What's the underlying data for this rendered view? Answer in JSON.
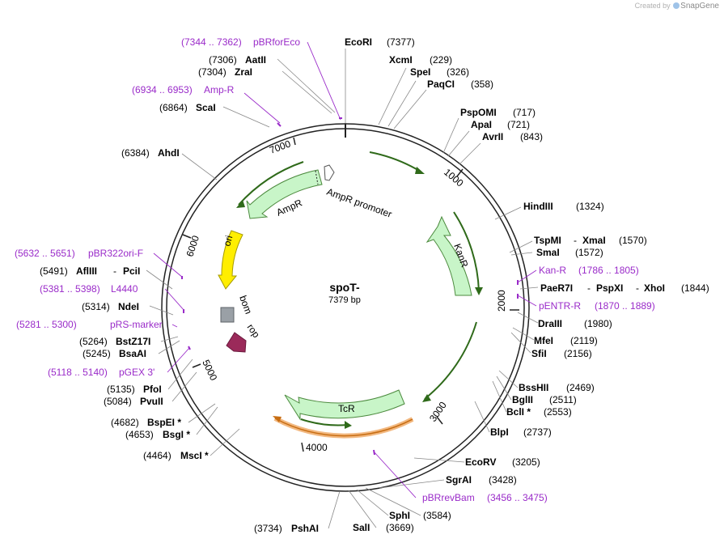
{
  "branding": {
    "created_by": "Created by",
    "product": "SnapGene"
  },
  "plasmid": {
    "name": "spoT-",
    "length": "7379 bp"
  },
  "colors": {
    "primer": "#9a2bc9",
    "enzyme": "#000000",
    "backbone": "#222222",
    "feature_fill": "#c8f5c8",
    "feature_stroke": "#4c8a3e",
    "ori": "#ffee00",
    "bom": "#9aa0a6",
    "rop": "#9b2a5a",
    "orf": "#f2a33a"
  },
  "ticks": [
    "1000",
    "2000",
    "3000",
    "4000",
    "5000",
    "6000",
    "7000"
  ],
  "features": [
    {
      "label": "AmpR promoter",
      "icon": "promoter-arrow"
    },
    {
      "label": "AmpR",
      "icon": "cds-arrow"
    },
    {
      "label": "KanR",
      "icon": "cds-arrow"
    },
    {
      "label": "TcR",
      "icon": "cds-arrow"
    },
    {
      "label": "ori",
      "icon": "origin-arrow"
    },
    {
      "label": "bom",
      "icon": "bom-box"
    },
    {
      "label": "rop",
      "icon": "rop-arrow"
    }
  ],
  "labels": [
    {
      "name": "EcoRI",
      "pos": "(7377)",
      "kind": "enzyme"
    },
    {
      "name": "XcmI",
      "pos": "(229)",
      "kind": "enzyme"
    },
    {
      "name": "SpeI",
      "pos": "(326)",
      "kind": "enzyme"
    },
    {
      "name": "PaqCI",
      "pos": "(358)",
      "kind": "enzyme"
    },
    {
      "name": "PspOMI",
      "pos": "(717)",
      "kind": "enzyme"
    },
    {
      "name": "ApaI",
      "pos": "(721)",
      "kind": "enzyme"
    },
    {
      "name": "AvrII",
      "pos": "(843)",
      "kind": "enzyme"
    },
    {
      "name": "HindIII",
      "pos": "(1324)",
      "kind": "enzyme"
    },
    {
      "name": "TspMI",
      "sep1": "-",
      "name2": "XmaI",
      "pos": "(1570)",
      "kind": "enzyme"
    },
    {
      "name": "SmaI",
      "pos": "(1572)",
      "kind": "enzyme"
    },
    {
      "name": "Kan-R",
      "pos": "(1786 .. 1805)",
      "kind": "primer"
    },
    {
      "name": "PaeR7I",
      "sep1": "-",
      "name2": "PspXI",
      "sep2": "-",
      "name3": "XhoI",
      "pos": "(1844)",
      "kind": "enzyme"
    },
    {
      "name": "pENTR-R",
      "pos": "(1870 .. 1889)",
      "kind": "primer"
    },
    {
      "name": "DraIII",
      "pos": "(1980)",
      "kind": "enzyme"
    },
    {
      "name": "MfeI",
      "pos": "(2119)",
      "kind": "enzyme"
    },
    {
      "name": "SfiI",
      "pos": "(2156)",
      "kind": "enzyme"
    },
    {
      "name": "BssHII",
      "pos": "(2469)",
      "kind": "enzyme"
    },
    {
      "name": "BglII",
      "pos": "(2511)",
      "kind": "enzyme"
    },
    {
      "name": "BclI *",
      "pos": "(2553)",
      "kind": "enzyme"
    },
    {
      "name": "BlpI",
      "pos": "(2737)",
      "kind": "enzyme"
    },
    {
      "name": "EcoRV",
      "pos": "(3205)",
      "kind": "enzyme"
    },
    {
      "name": "SgrAI",
      "pos": "(3428)",
      "kind": "enzyme"
    },
    {
      "name": "pBRrevBam",
      "pos": "(3456 .. 3475)",
      "kind": "primer"
    },
    {
      "name": "SphI",
      "pos": "(3584)",
      "kind": "enzyme"
    },
    {
      "name": "SalI",
      "pos": "(3669)",
      "kind": "enzyme"
    },
    {
      "name": "PshAI",
      "pos": "(3734)",
      "kind": "enzyme"
    },
    {
      "name": "MscI *",
      "pos": "(4464)",
      "kind": "enzyme"
    },
    {
      "name": "BsgI *",
      "pos": "(4653)",
      "kind": "enzyme"
    },
    {
      "name": "BspEI *",
      "pos": "(4682)",
      "kind": "enzyme"
    },
    {
      "name": "PvuII",
      "pos": "(5084)",
      "kind": "enzyme"
    },
    {
      "name": "PfoI",
      "pos": "(5135)",
      "kind": "enzyme"
    },
    {
      "name": "pGEX 3'",
      "pos": "(5118 .. 5140)",
      "kind": "primer"
    },
    {
      "name": "BsaAI",
      "pos": "(5245)",
      "kind": "enzyme"
    },
    {
      "name": "BstZ17I",
      "pos": "(5264)",
      "kind": "enzyme"
    },
    {
      "name": "pRS-marker",
      "pos": "(5281 .. 5300)",
      "kind": "primer"
    },
    {
      "name": "NdeI",
      "pos": "(5314)",
      "kind": "enzyme"
    },
    {
      "name": "L4440",
      "pos": "(5381 .. 5398)",
      "kind": "primer"
    },
    {
      "name": "AflIII",
      "sep1": "-",
      "name2": "PciI",
      "pos": "(5491)",
      "kind": "enzyme"
    },
    {
      "name": "pBR322ori-F",
      "pos": "(5632 .. 5651)",
      "kind": "primer"
    },
    {
      "name": "AhdI",
      "pos": "(6384)",
      "kind": "enzyme"
    },
    {
      "name": "ScaI",
      "pos": "(6864)",
      "kind": "enzyme"
    },
    {
      "name": "Amp-R",
      "pos": "(6934 .. 6953)",
      "kind": "primer"
    },
    {
      "name": "ZraI",
      "pos": "(7304)",
      "kind": "enzyme"
    },
    {
      "name": "AatII",
      "pos": "(7306)",
      "kind": "enzyme"
    },
    {
      "name": "pBRforEco",
      "pos": "(7344 .. 7362)",
      "kind": "primer"
    }
  ]
}
